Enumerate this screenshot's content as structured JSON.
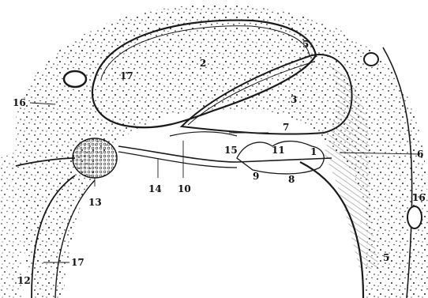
{
  "labels": {
    "l1": "1",
    "l2": "2",
    "l3": "3",
    "l5a": "5",
    "l5b": "5",
    "l6": "6",
    "l7": "7",
    "l8": "8",
    "l9": "9",
    "l10": "10",
    "l11": "11",
    "l12": "12",
    "l13": "13",
    "l14": "14",
    "l15": "15",
    "l16a": "16",
    "l16b": "16",
    "l17a": "17",
    "l17b": "17"
  },
  "colors": {
    "ink": "#1a1a1a",
    "paper": "#ffffff",
    "bone": "#f3f3f3"
  }
}
